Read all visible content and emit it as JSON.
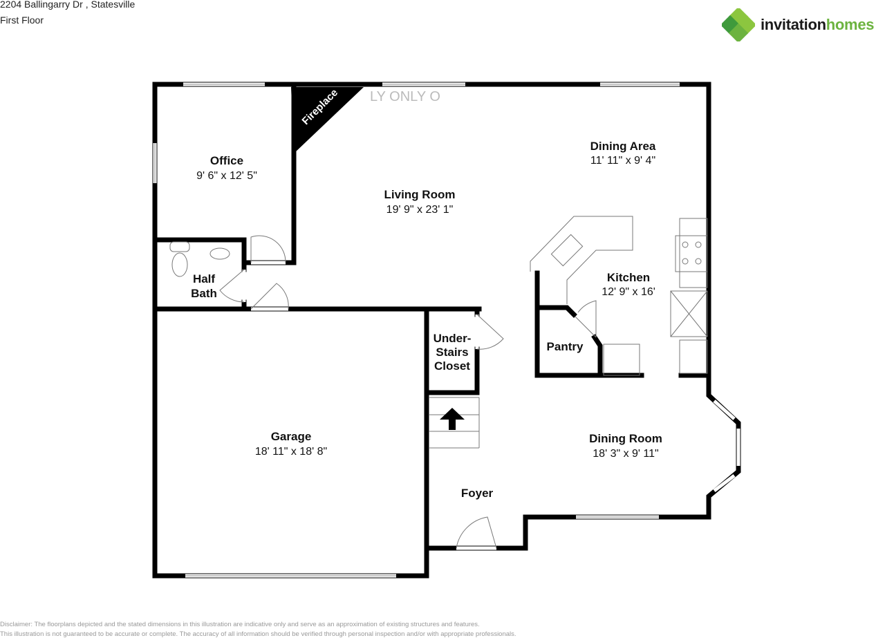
{
  "header": {
    "address": "2204 Ballingarry Dr , Statesville",
    "floor": "First Floor"
  },
  "logo": {
    "brand_part1": "invitation",
    "brand_part2": "homes",
    "colors": {
      "dark": "#1a1a1a",
      "green": "#6cb33f",
      "green_dark": "#3f9a3c"
    }
  },
  "watermark": "LY ONLY O",
  "rooms": {
    "office": {
      "name": "Office",
      "dims": "9' 6\" x 12' 5\""
    },
    "fireplace": {
      "name": "Fireplace"
    },
    "living": {
      "name": "Living Room",
      "dims": "19' 9\" x 23' 1\""
    },
    "dining_area": {
      "name": "Dining Area",
      "dims": "11' 11\" x 9' 4\""
    },
    "kitchen": {
      "name": "Kitchen",
      "dims": "12' 9\" x 16'"
    },
    "pantry": {
      "name": "Pantry"
    },
    "half_bath": {
      "name_line1": "Half",
      "name_line2": "Bath"
    },
    "closet": {
      "line1": "Under-",
      "line2": "Stairs",
      "line3": "Closet"
    },
    "garage": {
      "name": "Garage",
      "dims": "18' 11\" x 18' 8\""
    },
    "dining_room": {
      "name": "Dining Room",
      "dims": "18' 3\" x 9' 11\""
    },
    "foyer": {
      "name": "Foyer"
    }
  },
  "disclaimer": {
    "line1": "Disclaimer: The floorplans depicted and the stated dimensions in this illustration are indicative only and serve as an approximation of existing structures and features.",
    "line2": "This illustration is not guaranteed to be accurate or complete. The accuracy of all information should be verified through personal inspection and/or with appropriate professionals."
  }
}
